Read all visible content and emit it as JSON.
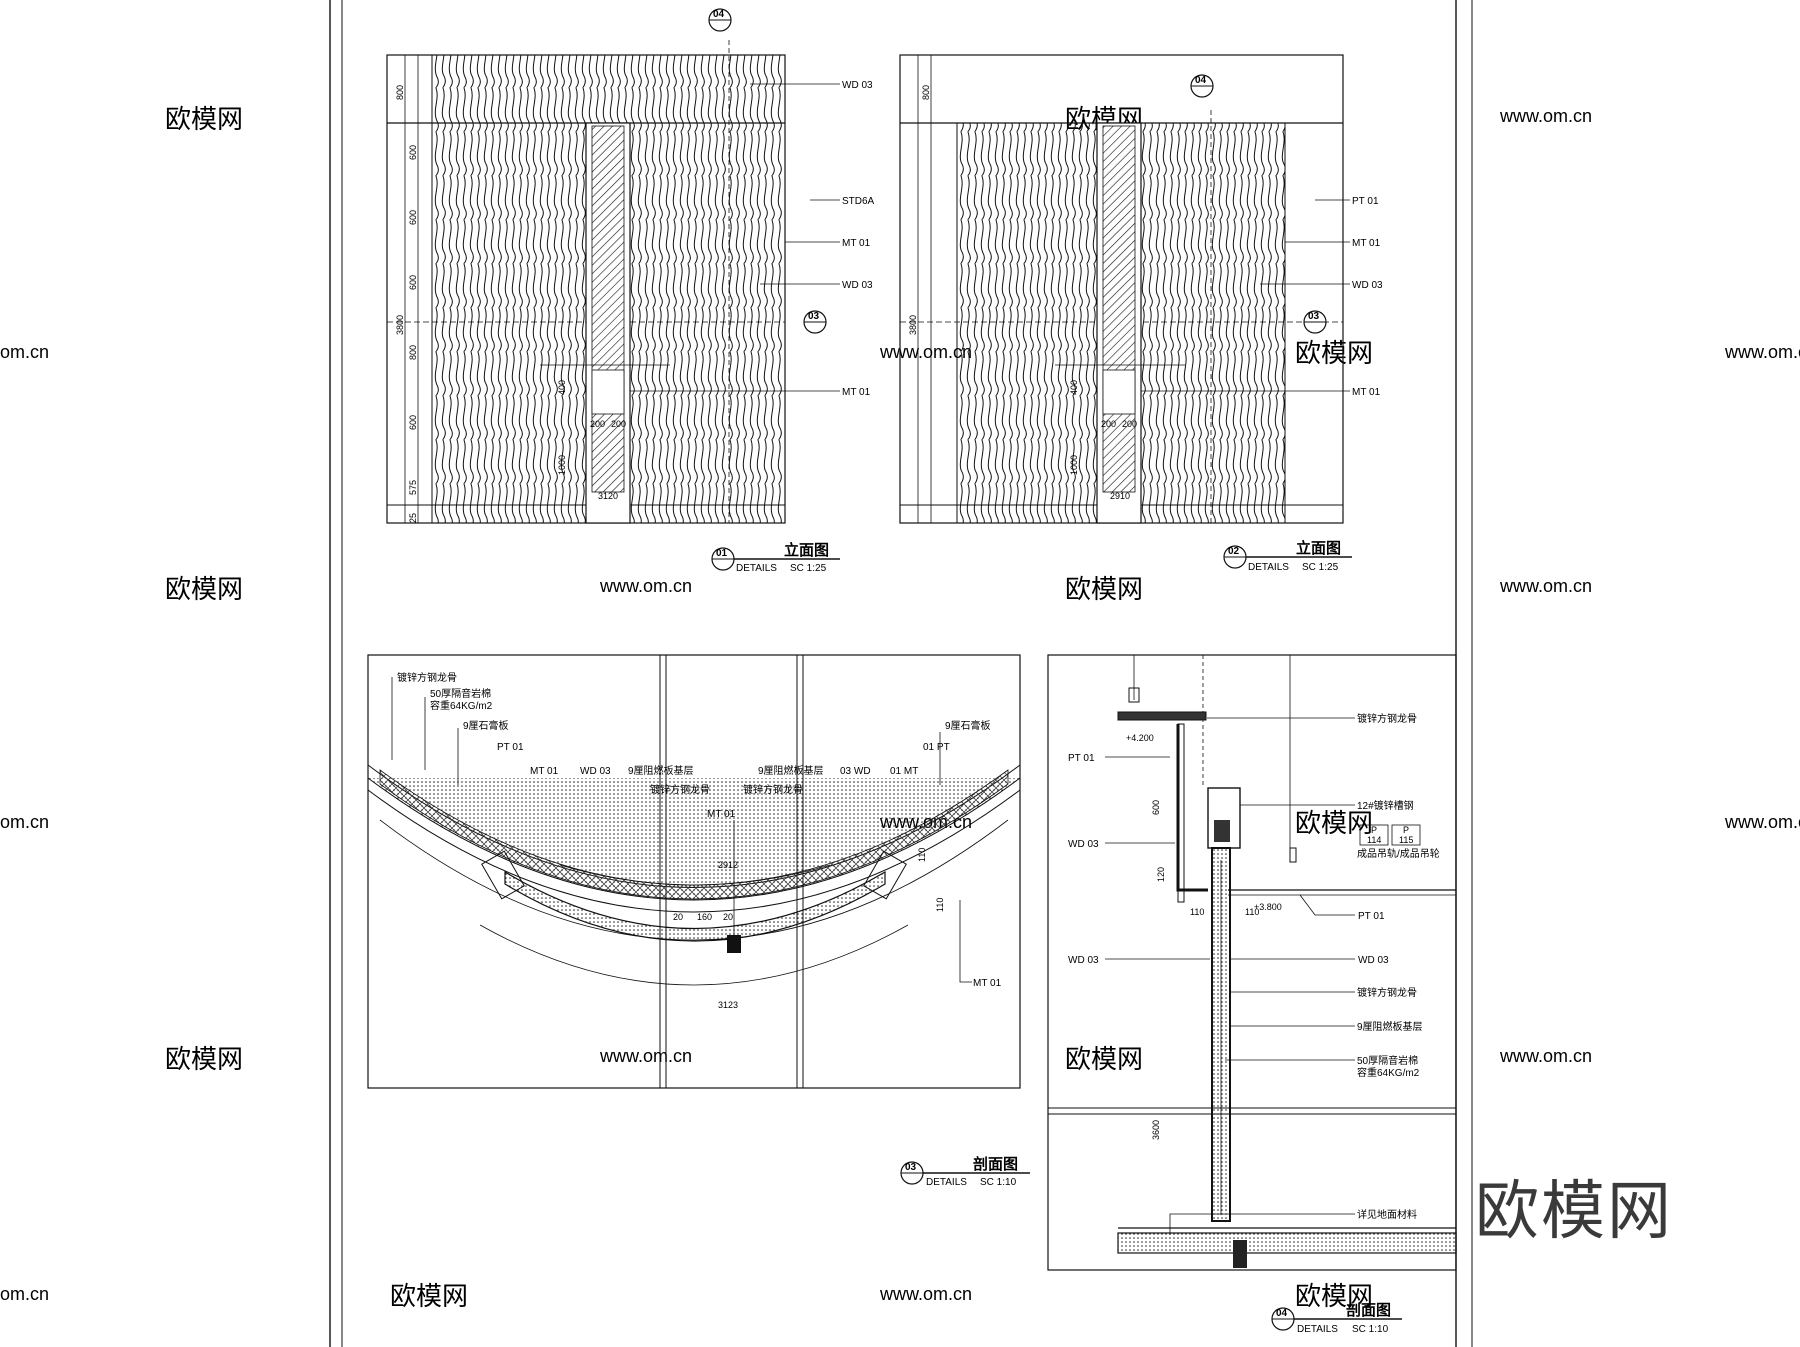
{
  "watermarks": {
    "brand_small": "欧模网",
    "url": "www.om.cn",
    "url_partial": "om.cn",
    "brand_large": "欧模网"
  },
  "elevation_01": {
    "section_markers": {
      "top": "04",
      "right": "03"
    },
    "tags": [
      "WD 03",
      "STD6A",
      "MT 01",
      "WD 03",
      "MT 01"
    ],
    "dims_left": [
      "800",
      "600",
      "600",
      "600",
      "800",
      "600",
      "575",
      "25"
    ],
    "dim_total": "3800",
    "dim_width": "3120",
    "dim_opening": [
      "200",
      "200"
    ],
    "dim_400": "400",
    "dim_1000": "1000",
    "title": {
      "number": "01",
      "name": "立面图",
      "ref": "DETAILS",
      "scale": "SC 1:25"
    }
  },
  "elevation_02": {
    "section_markers": {
      "top": "04",
      "right": "03"
    },
    "tags": [
      "PT 01",
      "MT 01",
      "WD 03",
      "MT 01"
    ],
    "dims_left": [
      "800"
    ],
    "dim_total": "3800",
    "dim_width": "2910",
    "dim_opening": [
      "200",
      "200"
    ],
    "dim_400": "400",
    "dim_1000": "1000",
    "title": {
      "number": "02",
      "name": "立面图",
      "ref": "DETAILS",
      "scale": "SC 1:25"
    }
  },
  "section_03": {
    "notes_left": [
      "镀锌方钢龙骨",
      "50厚隔音岩棉",
      "容重64KG/m2",
      "9厘石膏板",
      "9厘阻燃板基层",
      "镀锌方钢龙骨"
    ],
    "notes_right": [
      "9厘石膏板",
      "9厘阻燃板基层",
      "镀锌方钢龙骨"
    ],
    "tags_left": [
      "PT 01",
      "MT 01",
      "WD 03"
    ],
    "tags_mid": [
      "MT 01"
    ],
    "tags_right": [
      "01 PT",
      "03 WD",
      "01 MT"
    ],
    "tag_bottom": "MT 01",
    "dims": [
      "2912",
      "20",
      "160",
      "20",
      "3123",
      "110",
      "110"
    ],
    "title": {
      "number": "03",
      "name": "剖面图",
      "ref": "DETAILS",
      "scale": "SC 1:10"
    }
  },
  "section_04": {
    "tags_left": [
      "PT 01",
      "WD 03",
      "WD 03"
    ],
    "tags_right": [
      "PT 01",
      "WD 03"
    ],
    "notes": [
      "镀锌方钢龙骨",
      "12#镀锌槽钢",
      "成品吊轨/成品吊轮",
      "镀锌方钢龙骨",
      "9厘阻燃板基层",
      "50厚隔音岩棉",
      "容重64KG/m2",
      "详见地面材料"
    ],
    "levels": [
      "+4.200",
      "+3.800"
    ],
    "hanger_tags": {
      "p1": "P",
      "n1": "114",
      "p2": "P",
      "n2": "115"
    },
    "dims": [
      "600",
      "120",
      "110",
      "110",
      "3600"
    ],
    "title": {
      "number": "04",
      "name": "剖面图",
      "ref": "DETAILS",
      "scale": "SC 1:10"
    }
  }
}
